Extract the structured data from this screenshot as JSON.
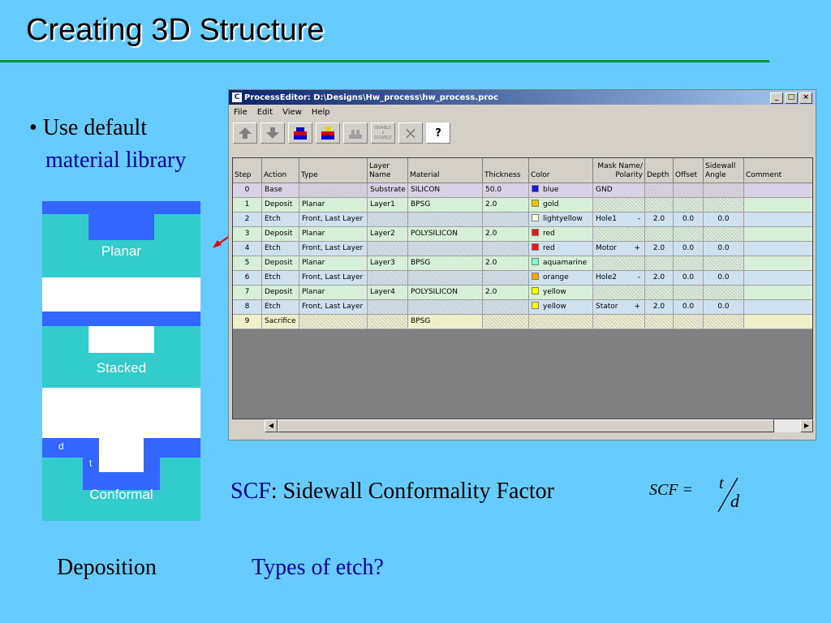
{
  "slide": {
    "title": "Creating 3D Structure",
    "bullet_1": "Use default",
    "bullet_2": "material library",
    "scf_abbr": "SCF",
    "scf_text": ": Sidewall Conformality Factor",
    "deposition": "Deposition",
    "etch_question": "Types of etch?",
    "formula": {
      "lhs": "SCF =",
      "numerator": "t",
      "denominator": "d"
    }
  },
  "diagrams": [
    {
      "label": "Planar"
    },
    {
      "label": "Stacked"
    },
    {
      "label": "Conformal",
      "d_label": "d",
      "t_label": "t"
    }
  ],
  "window": {
    "title": "ProcessEditor:  D:\\Designs\\Hw_process\\hw_process.proc",
    "controls": [
      "_",
      "□",
      "×"
    ],
    "menu": [
      "File",
      "Edit",
      "View",
      "Help"
    ],
    "toolbar": {
      "move_up": "move-up-icon",
      "move_down": "move-down-icon",
      "insert_before": "insert-layer-before-icon",
      "insert_after": "insert-layer-after-icon",
      "delete_layer": "delete-layer-icon",
      "enable_disable": [
        "ENABLE",
        "DISABLE"
      ],
      "close": "×",
      "help": "?"
    },
    "columns": [
      "Step",
      "Action",
      "Type",
      "Layer Name",
      "Material",
      "Thickness",
      "Color",
      "Mask Name/ Polarity",
      "Depth",
      "Offset",
      "Sidewall Angle",
      "Comment"
    ],
    "rows": [
      {
        "step": "0",
        "action": "Base",
        "type": "",
        "layer": "Substrate",
        "material": "SILICON",
        "thickness": "50.0",
        "color": "blue",
        "color_hex": "#1a1acc",
        "mask": "GND",
        "pol": "",
        "depth": "",
        "offset": "",
        "angle": "",
        "bg": "#d9d2e6"
      },
      {
        "step": "1",
        "action": "Deposit",
        "type": "Planar",
        "layer": "Layer1",
        "material": "BPSG",
        "thickness": "2.0",
        "color": "gold",
        "color_hex": "#e6c200",
        "mask": "",
        "pol": "",
        "depth": "",
        "offset": "",
        "angle": "",
        "bg": "#d6efd6"
      },
      {
        "step": "2",
        "action": "Etch",
        "type": "Front, Last Layer",
        "layer": "",
        "material": "",
        "thickness": "",
        "color": "lightyellow",
        "color_hex": "#ffffe6",
        "mask": "Hole1",
        "pol": "-",
        "depth": "2.0",
        "offset": "0.0",
        "angle": "0.0",
        "bg": "#cfe1ef"
      },
      {
        "step": "3",
        "action": "Deposit",
        "type": "Planar",
        "layer": "Layer2",
        "material": "POLYSILICON",
        "thickness": "2.0",
        "color": "red",
        "color_hex": "#e01a1a",
        "mask": "",
        "pol": "",
        "depth": "",
        "offset": "",
        "angle": "",
        "bg": "#d6efd6"
      },
      {
        "step": "4",
        "action": "Etch",
        "type": "Front, Last Layer",
        "layer": "",
        "material": "",
        "thickness": "",
        "color": "red",
        "color_hex": "#e01a1a",
        "mask": "Motor",
        "pol": "+",
        "depth": "2.0",
        "offset": "0.0",
        "angle": "0.0",
        "bg": "#cfe1ef"
      },
      {
        "step": "5",
        "action": "Deposit",
        "type": "Planar",
        "layer": "Layer3",
        "material": "BPSG",
        "thickness": "2.0",
        "color": "aquamarine",
        "color_hex": "#80ffd4",
        "mask": "",
        "pol": "",
        "depth": "",
        "offset": "",
        "angle": "",
        "bg": "#d6efd6"
      },
      {
        "step": "6",
        "action": "Etch",
        "type": "Front, Last Layer",
        "layer": "",
        "material": "",
        "thickness": "",
        "color": "orange",
        "color_hex": "#ffa500",
        "mask": "Hole2",
        "pol": "-",
        "depth": "2.0",
        "offset": "0.0",
        "angle": "0.0",
        "bg": "#cfe1ef"
      },
      {
        "step": "7",
        "action": "Deposit",
        "type": "Planar",
        "layer": "Layer4",
        "material": "POLYSILICON",
        "thickness": "2.0",
        "color": "yellow",
        "color_hex": "#ffff00",
        "mask": "",
        "pol": "",
        "depth": "",
        "offset": "",
        "angle": "",
        "bg": "#d6efd6"
      },
      {
        "step": "8",
        "action": "Etch",
        "type": "Front, Last Layer",
        "layer": "",
        "material": "",
        "thickness": "",
        "color": "yellow",
        "color_hex": "#ffff00",
        "mask": "Stator",
        "pol": "+",
        "depth": "2.0",
        "offset": "0.0",
        "angle": "0.0",
        "bg": "#cfe1ef"
      },
      {
        "step": "9",
        "action": "Sacrifice",
        "type": "",
        "layer": "",
        "material": "BPSG",
        "thickness": "",
        "color": "",
        "color_hex": "",
        "mask": "",
        "pol": "",
        "depth": "",
        "offset": "",
        "angle": "",
        "bg": "#efefc9"
      }
    ]
  }
}
